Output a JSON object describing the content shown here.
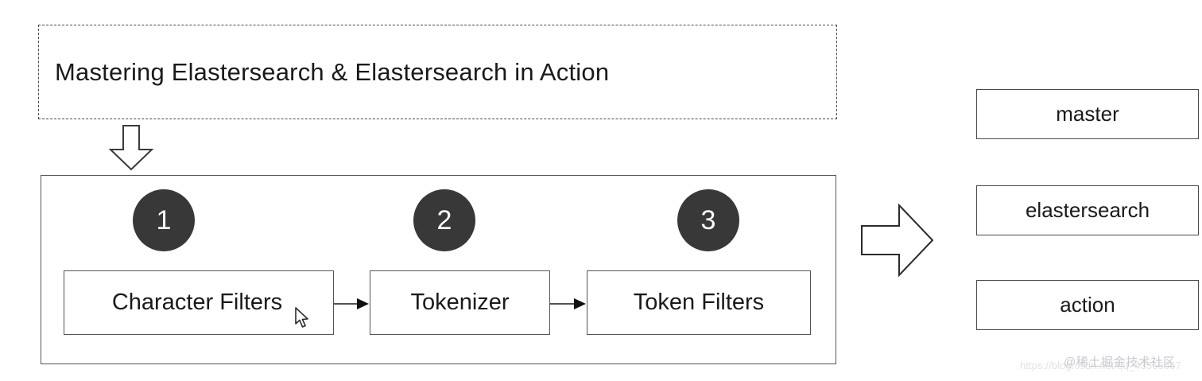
{
  "title": {
    "text": "Mastering Elastersearch & Elastersearch in Action"
  },
  "flow": {
    "down_arrow_icon": "arrow-down-block-icon",
    "right_arrow_icon": "arrow-right-block-icon",
    "connector_icon": "arrow-right-line-icon"
  },
  "analyzer": {
    "steps": [
      {
        "number": "1",
        "label": "Character Filters"
      },
      {
        "number": "2",
        "label": "Tokenizer"
      },
      {
        "number": "3",
        "label": "Token Filters"
      }
    ]
  },
  "tokens": [
    {
      "label": "master"
    },
    {
      "label": "elastersearch"
    },
    {
      "label": "action"
    }
  ],
  "cursor": {
    "icon": "mouse-pointer-icon"
  },
  "watermark": {
    "url": "https://blog.csdn.net/qq_43565067",
    "brand": "@稀土掘金技术社区"
  },
  "colors": {
    "circle_fill": "#383838",
    "circle_text": "#ffffff",
    "box_stroke": "#555555",
    "dashed_stroke": "#4a4a4a",
    "text": "#1a1a1a",
    "background": "#ffffff"
  }
}
